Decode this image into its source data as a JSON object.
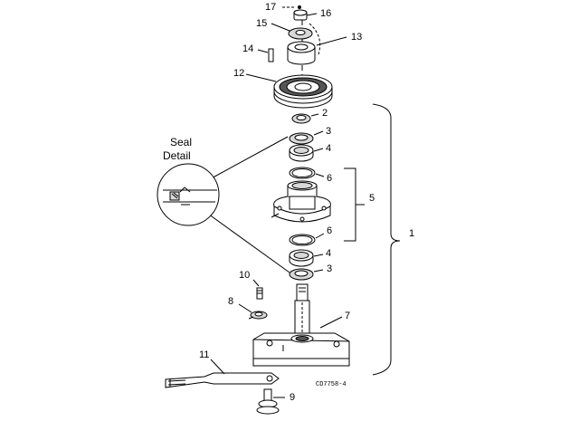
{
  "figure_code": "CD7758-4",
  "detail_label": {
    "line1": "Seal",
    "line2": "Detail"
  },
  "callouts": {
    "c1": "1",
    "c2": "2",
    "c3_top": "3",
    "c3_bottom": "3",
    "c4_top": "4",
    "c4_bottom": "4",
    "c5": "5",
    "c6_top": "6",
    "c6_bottom": "6",
    "c7": "7",
    "c8": "8",
    "c9": "9",
    "c10": "10",
    "c11": "11",
    "c12": "12",
    "c13": "13",
    "c14": "14",
    "c15": "15",
    "c16": "16",
    "c17": "17"
  }
}
